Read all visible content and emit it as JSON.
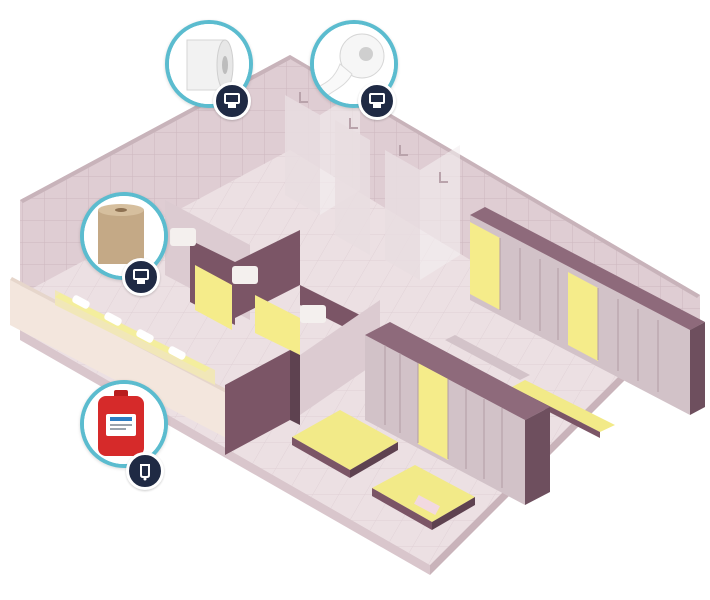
{
  "scene": {
    "floor_color": "#ece0e3",
    "wall_color": "#dfcdd3",
    "wall_tile_line": "#cdb8bf",
    "locker_color": "#d2c2c8",
    "locker_accent": "#f5ec8a",
    "partition_color": "#7b5566",
    "bench_seat": "#f2ea88",
    "accent_ring": "#5bbccf",
    "badge_color": "#1f2a44"
  },
  "hotspots": [
    {
      "id": "paper-towel-roll",
      "icon": "paper-towel-dispenser-icon",
      "product_colors": [
        "#f4f4f4",
        "#d8d8d8"
      ]
    },
    {
      "id": "toilet-paper-roll",
      "icon": "toilet-paper-dispenser-icon",
      "product_colors": [
        "#f7f7f7",
        "#d9d9d9"
      ]
    },
    {
      "id": "kraft-towel-roll",
      "icon": "paper-towel-dispenser-icon",
      "product_colors": [
        "#c4a986",
        "#a88b68"
      ]
    },
    {
      "id": "hand-soap-refill",
      "icon": "soap-dispenser-icon",
      "product_colors": [
        "#d62a2a",
        "#ffffff",
        "#2d7ec4"
      ]
    }
  ]
}
